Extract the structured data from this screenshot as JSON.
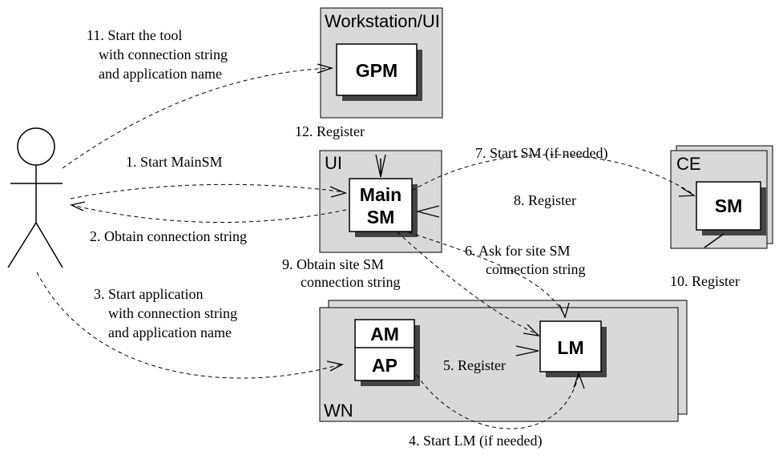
{
  "containers": {
    "workstation": "Workstation/UI",
    "ui": "UI",
    "ce": "CE",
    "wn": "WN"
  },
  "components": {
    "gpm": "GPM",
    "main_sm_line1": "Main",
    "main_sm_line2": "SM",
    "sm": "SM",
    "lm": "LM",
    "am": "AM",
    "ap": "AP"
  },
  "steps": {
    "s1": "1. Start MainSM",
    "s2": "2. Obtain connection string",
    "s3_line1": "3. Start application",
    "s3_line2": "with connection string",
    "s3_line3": "and application name",
    "s4": "4. Start LM (if needed)",
    "s5": "5. Register",
    "s6_line1": "6. Ask for site SM",
    "s6_line2": "connection string",
    "s7": "7. Start SM (if needed)",
    "s8": "8. Register",
    "s9_line1": "9. Obtain site SM",
    "s9_line2": "connection string",
    "s10": "10. Register",
    "s11_line1": "11. Start the tool",
    "s11_line2": "with connection string",
    "s11_line3": "and application name",
    "s12": "12. Register"
  }
}
